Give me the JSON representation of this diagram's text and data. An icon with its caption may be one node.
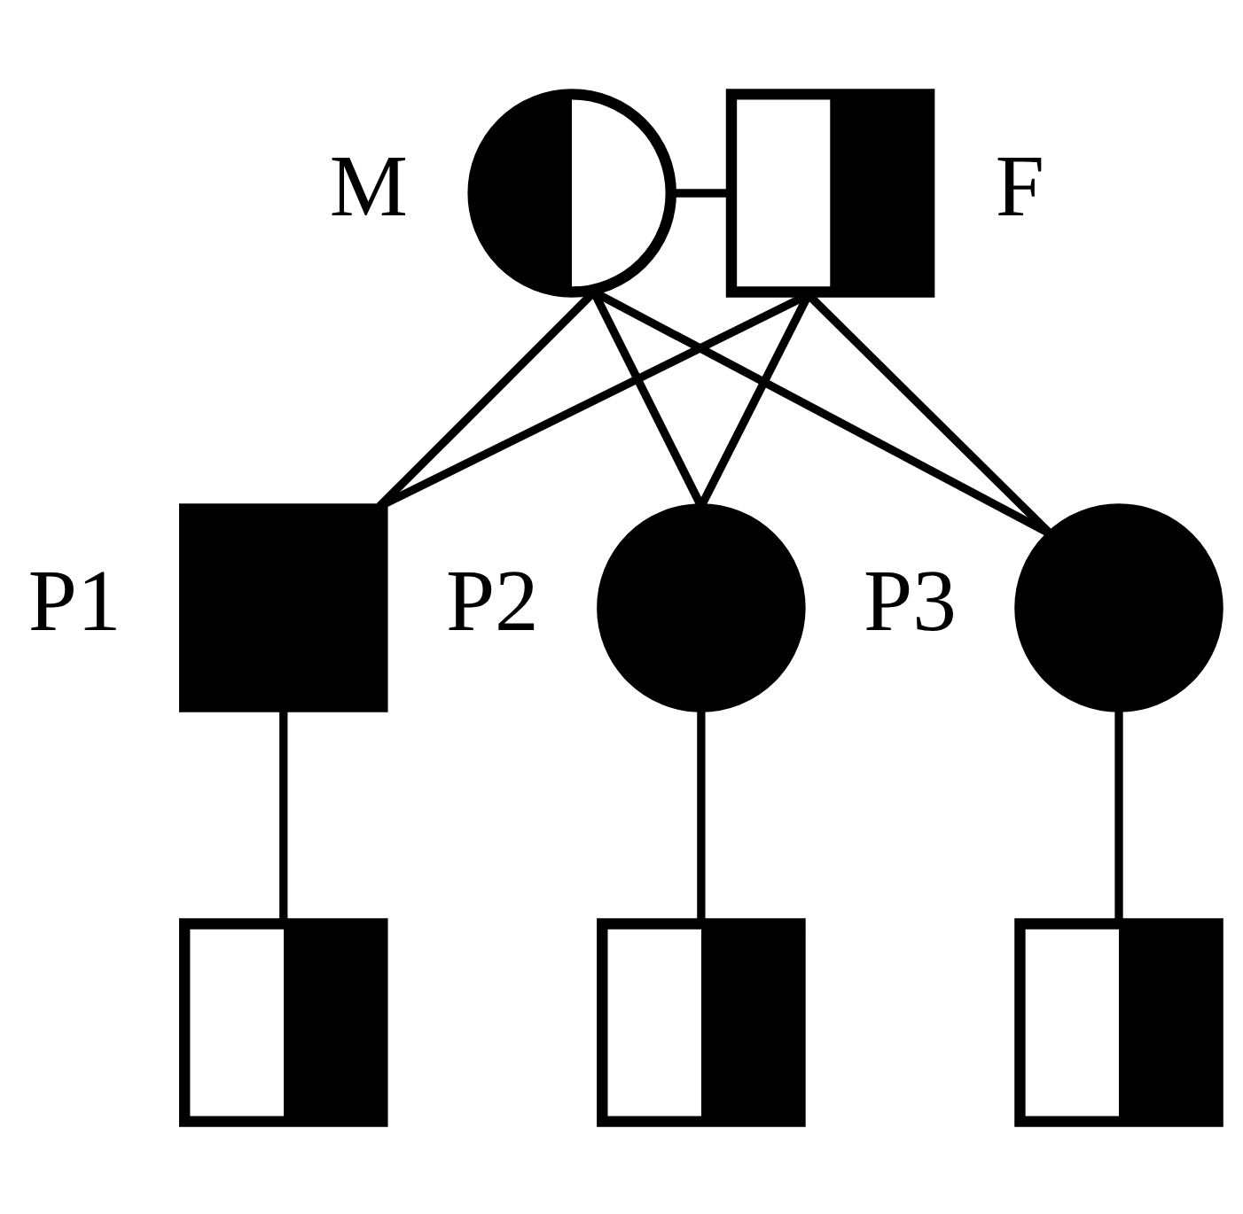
{
  "diagram": {
    "nodes": [
      {
        "text": [],
        "beside": [
          "M"
        ],
        "shape": "circle"
      },
      {
        "text": [],
        "beside": [
          "F"
        ],
        "shape": "box"
      },
      {
        "text": [],
        "beside": [
          "P1"
        ],
        "shape": "box"
      },
      {
        "text": [],
        "beside": [
          "P2"
        ],
        "shape": "circle"
      },
      {
        "text": [],
        "beside": [
          "P3"
        ],
        "shape": "circle"
      },
      {
        "text": [],
        "shape": "box"
      },
      {
        "text": [],
        "shape": "box"
      },
      {
        "text": [],
        "shape": "box"
      }
    ],
    "edges": [
      {
        "from": 0,
        "to": 1,
        "arrow": "none"
      },
      {
        "from": 0,
        "to": 2,
        "arrow": "none"
      },
      {
        "from": 0,
        "to": 3,
        "arrow": "none"
      },
      {
        "from": 0,
        "to": 4,
        "arrow": "none"
      },
      {
        "from": 1,
        "to": 2,
        "arrow": "none"
      },
      {
        "from": 1,
        "to": 3,
        "arrow": "none"
      },
      {
        "from": 1,
        "to": 4,
        "arrow": "none"
      },
      {
        "from": 2,
        "to": 5,
        "arrow": "none"
      },
      {
        "from": 3,
        "to": 6,
        "arrow": "none"
      },
      {
        "from": 4,
        "to": 7,
        "arrow": "none"
      }
    ]
  }
}
